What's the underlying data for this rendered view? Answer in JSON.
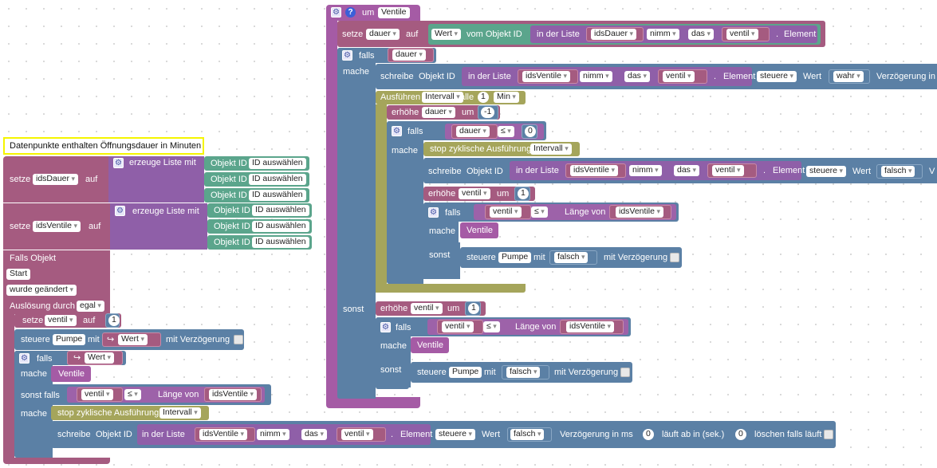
{
  "comment": "Datenpunkte enthalten Öffnungsdauer in Minuten",
  "labels": {
    "setze": "setze",
    "auf": "auf",
    "erzeuge_liste": "erzeuge Liste mit",
    "objekt_id": "Objekt ID",
    "id_auswaehlen": "ID auswählen",
    "falls_objekt": "Falls Objekt",
    "start": "Start",
    "wurde_geaendert": "wurde geändert",
    "ausloesung": "Auslösung durch",
    "egal": "egal",
    "steuere": "steuere",
    "mit": "mit",
    "wert": "Wert",
    "mit_verz": "mit Verzögerung",
    "falls": "falls",
    "mache": "mache",
    "sonst_falls": "sonst falls",
    "sonst": "sonst",
    "laenge_von": "Länge von",
    "stop": "stop zyklische Ausführung",
    "intervall": "Intervall",
    "schreibe": "schreibe",
    "in_der_liste": "in der Liste",
    "nimm": "nimm",
    "das": "das",
    "element": "Element",
    "steuere_w": "steuere",
    "falsch": "falsch",
    "wahr": "wahr",
    "verz_ms": "Verzögerung in ms",
    "laeuft_ab": "läuft ab in (sek.)",
    "loeschen": "löschen falls läuft",
    "verz_in": "Verzögerung in",
    "um": "um",
    "vom_objekt_id": "vom Objekt ID",
    "ausfuehren": "Ausführen",
    "alle": "alle",
    "min": "Min",
    "erhoehe": "erhöhe",
    "le": "≤",
    "zero": "0",
    "one": "1",
    "neg_one": "-1",
    "dot": ".",
    "v_prefix": "V"
  },
  "vars": {
    "idsDauer": "idsDauer",
    "idsVentile": "idsVentile",
    "ventil": "ventil",
    "dauer": "dauer",
    "pumpe": "Pumpe",
    "ventile_fn": "Ventile",
    "um_ventile": "Ventile",
    "wert_ev": "Wert"
  },
  "colors": {
    "variable": "#a55b80",
    "list": "#8f5fa8",
    "control": "#5b80a5",
    "object": "#5ba58c",
    "timer": "#a5a55b",
    "function": "#a55ba5",
    "comment_border": "#f5f500"
  }
}
